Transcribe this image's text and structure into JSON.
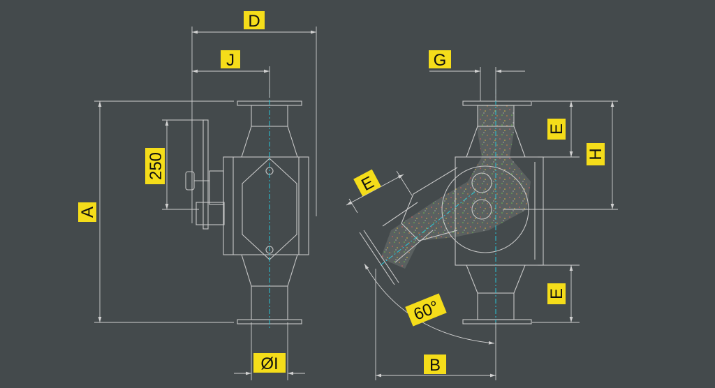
{
  "labels": {
    "D": "D",
    "J": "J",
    "A": "A",
    "h250": "250",
    "dia": "ØI",
    "G": "G",
    "E_top": "E",
    "H": "H",
    "E_left": "E",
    "E_bottom": "E",
    "angle": "60°",
    "B": "B"
  },
  "colors": {
    "background": "#444a4c",
    "label_tag": "#f5dd1a",
    "linework": "#c8c8c8",
    "axis": "#29c6d8"
  }
}
